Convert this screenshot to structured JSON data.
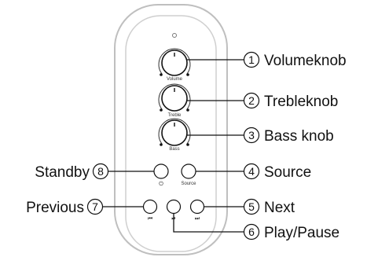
{
  "panel_labels": {
    "volume": "Volume",
    "treble": "Treble",
    "bass": "Bass",
    "source": "Source"
  },
  "callouts": [
    {
      "id": "volume",
      "num": "1",
      "label": "Volumeknob"
    },
    {
      "id": "treble",
      "num": "2",
      "label": "Trebleknob"
    },
    {
      "id": "bass",
      "num": "3",
      "label": "Bass knob"
    },
    {
      "id": "source",
      "num": "4",
      "label": "Source"
    },
    {
      "id": "next",
      "num": "5",
      "label": "Next"
    },
    {
      "id": "play",
      "num": "6",
      "label": "Play/Pause"
    },
    {
      "id": "previous",
      "num": "7",
      "label": "Previous"
    },
    {
      "id": "standby",
      "num": "8",
      "label": "Standby"
    }
  ],
  "icons": {
    "power": "power-icon",
    "previous": "previous-icon",
    "play_pause": "play-pause-icon",
    "next": "next-icon"
  },
  "colors": {
    "line": "#111111",
    "panel_outline": "#bfbfbf"
  }
}
